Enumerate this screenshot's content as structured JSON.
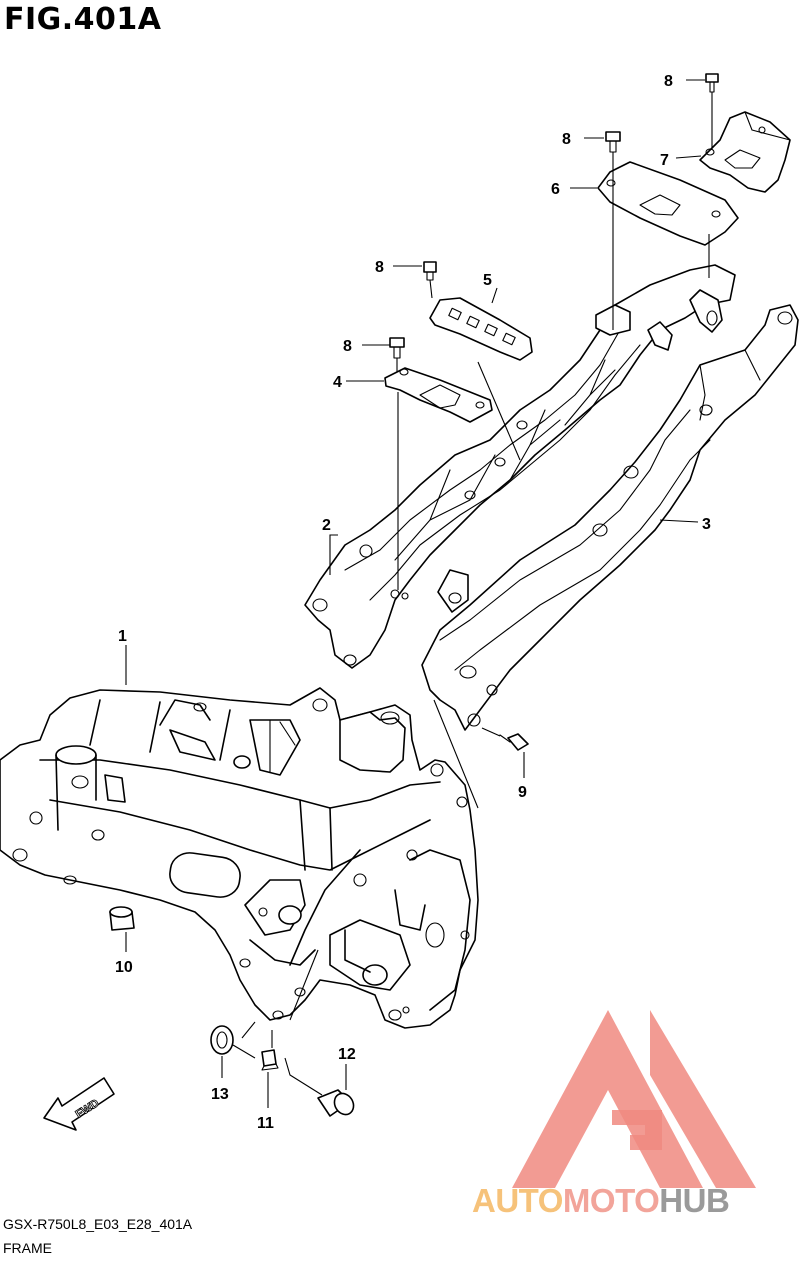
{
  "figure": {
    "title": "FIG.401A",
    "code": "GSX-R750L8_E03_E28_401A",
    "name": "FRAME"
  },
  "parts": [
    {
      "id": "p1",
      "label": "1"
    },
    {
      "id": "p2",
      "label": "2"
    },
    {
      "id": "p3",
      "label": "3"
    },
    {
      "id": "p4",
      "label": "4"
    },
    {
      "id": "p5",
      "label": "5"
    },
    {
      "id": "p6",
      "label": "6"
    },
    {
      "id": "p7",
      "label": "7"
    },
    {
      "id": "p8a",
      "label": "8"
    },
    {
      "id": "p8b",
      "label": "8"
    },
    {
      "id": "p8c",
      "label": "8"
    },
    {
      "id": "p8d",
      "label": "8"
    },
    {
      "id": "p9",
      "label": "9"
    },
    {
      "id": "p10",
      "label": "10"
    },
    {
      "id": "p11",
      "label": "11"
    },
    {
      "id": "p12",
      "label": "12"
    },
    {
      "id": "p13",
      "label": "13"
    }
  ],
  "direction_arrow": {
    "label": "FWD"
  },
  "watermark": {
    "part1": "AUTO",
    "part2": "MOTO",
    "part3": "HUB",
    "colors": {
      "auto": "#f6c27a",
      "moto": "#f2a49a",
      "hub": "#9a9a9a",
      "logo": "#f08a80"
    }
  }
}
